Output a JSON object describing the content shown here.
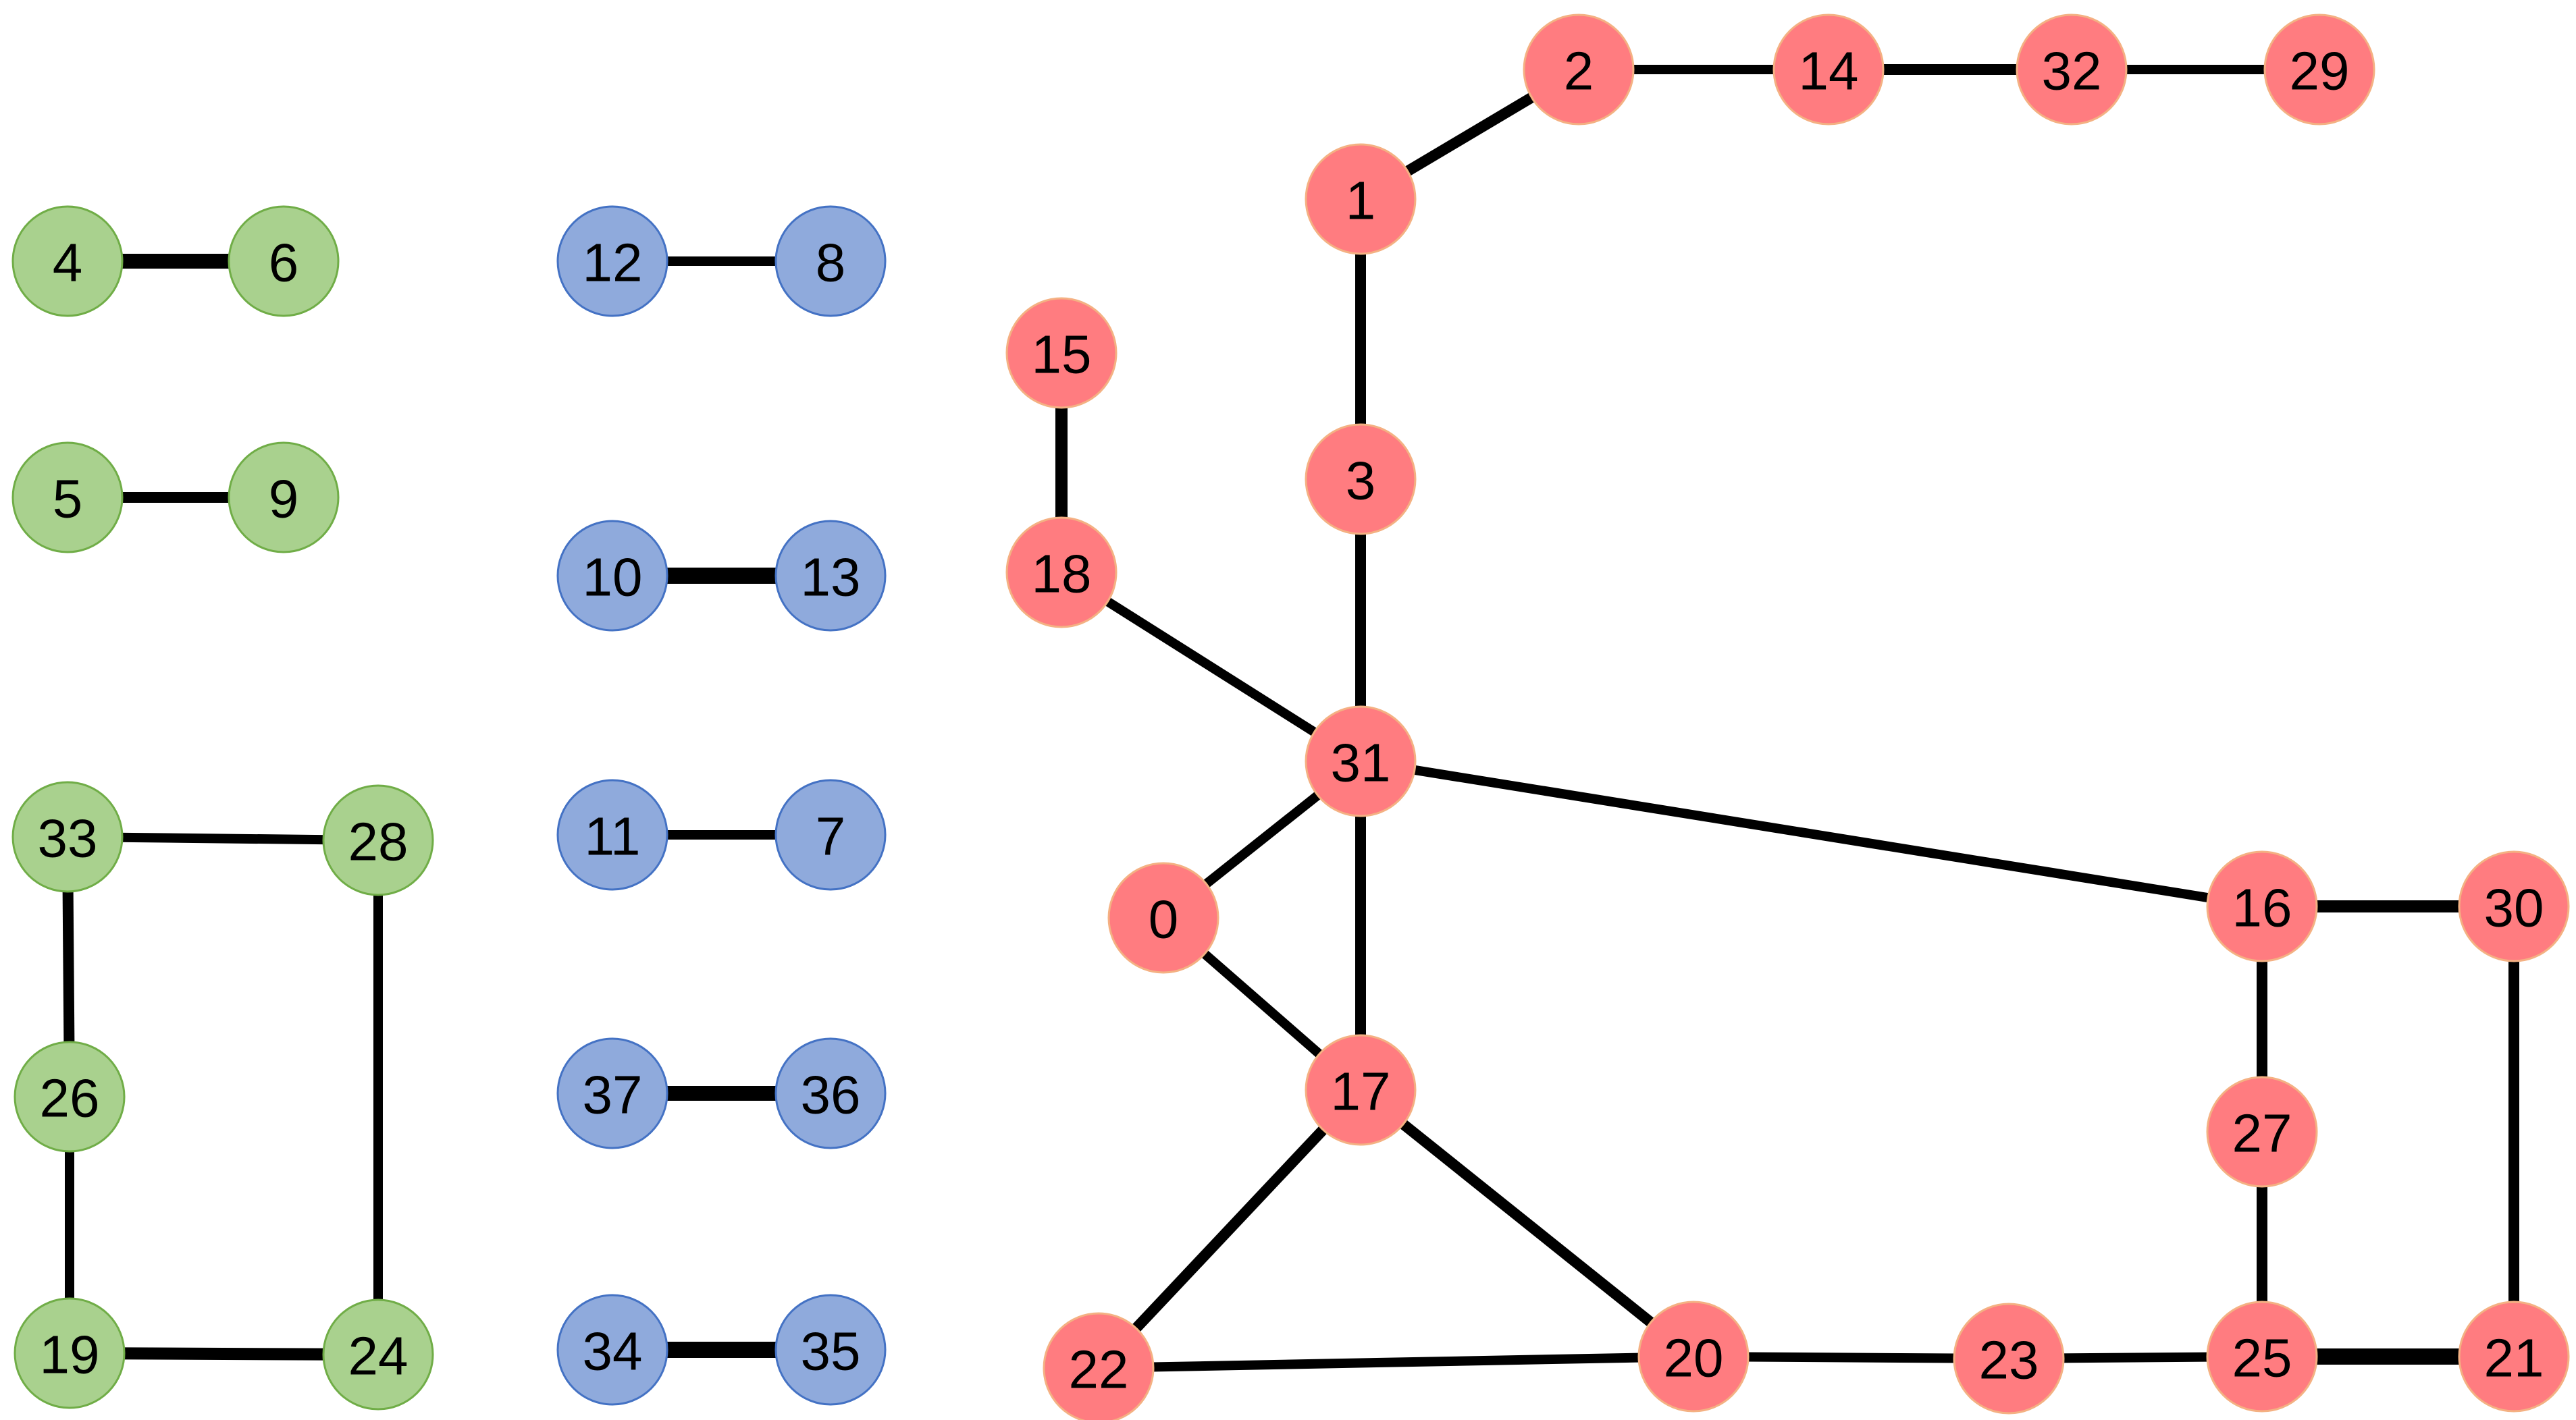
{
  "colors": {
    "green": {
      "fill": "#a9d18e",
      "stroke": "#70ad47"
    },
    "blue": {
      "fill": "#8faadc",
      "stroke": "#4472c4"
    },
    "red": {
      "fill": "#ff7c80",
      "stroke": "#f4b183"
    },
    "edge": "#000000"
  },
  "groups": [
    {
      "name": "",
      "color": "green",
      "nodes": [
        "4",
        "6",
        "5",
        "9",
        "33",
        "28",
        "26",
        "19",
        "24"
      ]
    },
    {
      "name": "",
      "color": "blue",
      "nodes": [
        "12",
        "8",
        "10",
        "13",
        "11",
        "7",
        "37",
        "36",
        "34",
        "35"
      ]
    },
    {
      "name": "",
      "color": "red",
      "nodes": [
        "2",
        "14",
        "32",
        "29",
        "1",
        "15",
        "3",
        "18",
        "31",
        "0",
        "16",
        "30",
        "17",
        "27",
        "22",
        "20",
        "23",
        "25",
        "21"
      ]
    }
  ],
  "edges": [
    [
      "4",
      "6"
    ],
    [
      "5",
      "9"
    ],
    [
      "33",
      "28"
    ],
    [
      "33",
      "26"
    ],
    [
      "28",
      "24"
    ],
    [
      "26",
      "19"
    ],
    [
      "19",
      "24"
    ],
    [
      "12",
      "8"
    ],
    [
      "10",
      "13"
    ],
    [
      "11",
      "7"
    ],
    [
      "37",
      "36"
    ],
    [
      "34",
      "35"
    ],
    [
      "1",
      "2"
    ],
    [
      "2",
      "14"
    ],
    [
      "14",
      "32"
    ],
    [
      "32",
      "29"
    ],
    [
      "1",
      "3"
    ],
    [
      "3",
      "31"
    ],
    [
      "15",
      "18"
    ],
    [
      "18",
      "31"
    ],
    [
      "31",
      "0"
    ],
    [
      "31",
      "17"
    ],
    [
      "31",
      "16"
    ],
    [
      "0",
      "17"
    ],
    [
      "17",
      "22"
    ],
    [
      "17",
      "20"
    ],
    [
      "22",
      "20"
    ],
    [
      "20",
      "23"
    ],
    [
      "23",
      "25"
    ],
    [
      "25",
      "21"
    ],
    [
      "16",
      "30"
    ],
    [
      "16",
      "27"
    ],
    [
      "27",
      "25"
    ],
    [
      "30",
      "21"
    ]
  ]
}
